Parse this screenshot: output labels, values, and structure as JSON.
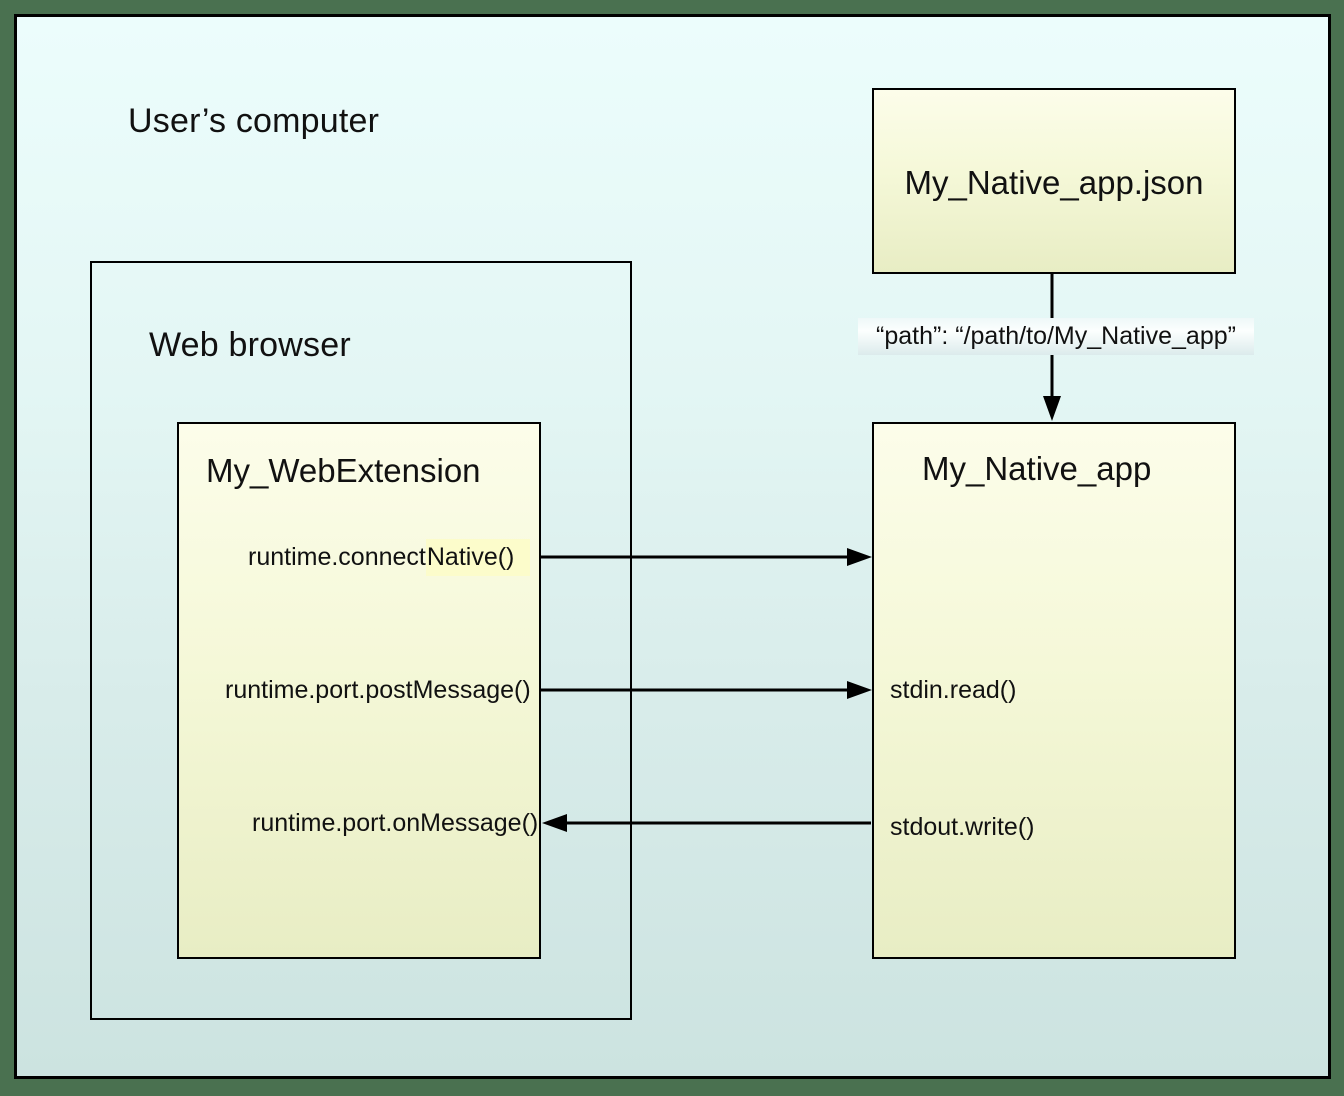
{
  "page": {
    "outer_label": "User’s computer",
    "browser": {
      "label": "Web browser",
      "webextension": {
        "title": "My_WebExtension",
        "connect_native_prefix": "runtime.connect",
        "connect_native_highlight": "Native()",
        "post_message": "runtime.port.postMessage()",
        "on_message": "runtime.port.onMessage()"
      }
    },
    "manifest": {
      "title": "My_Native_app.json",
      "path_label": "“path”: “/path/to/My_Native_app”"
    },
    "native_app": {
      "title": "My_Native_app",
      "stdin": "stdin.read()",
      "stdout": "stdout.write()"
    },
    "colors": {
      "frame_green": "#4a7150",
      "canvas_top": "#ecfdfc",
      "canvas_bottom": "#cce3e0",
      "box_fill_top": "#fcfdea",
      "box_fill_bottom": "#e8edc4",
      "highlight_yellow": "#fcfccb",
      "line_black": "#000000"
    }
  }
}
